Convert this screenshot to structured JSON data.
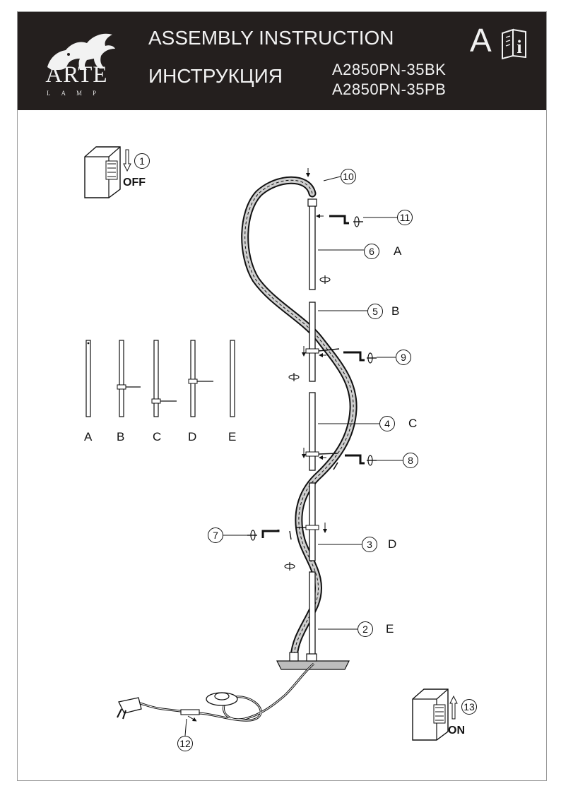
{
  "header": {
    "brand": "ARTE",
    "brand_sub": "LAMP",
    "title_en": "ASSEMBLY INSTRUCTION",
    "title_ru": "ИНСТРУКЦИЯ",
    "models": [
      "A2850PN-35BK",
      "A2850PN-35PB"
    ],
    "lang_letter": "A",
    "info_glyph": "i"
  },
  "switch_off": {
    "step": "1",
    "state": "OFF"
  },
  "switch_on": {
    "step": "13",
    "state": "ON"
  },
  "legend": [
    "A",
    "B",
    "C",
    "D",
    "E"
  ],
  "callouts": {
    "s2": "2",
    "s2_part": "E",
    "s3": "3",
    "s3_part": "D",
    "s4": "4",
    "s4_part": "C",
    "s5": "5",
    "s5_part": "B",
    "s6": "6",
    "s6_part": "A",
    "s7": "7",
    "s8": "8",
    "s9": "9",
    "s10": "10",
    "s11": "11",
    "s12": "12"
  },
  "icons": [
    "lion-logo-icon",
    "manual-info-icon",
    "wall-switch-icon",
    "arrow-down-icon",
    "arrow-up-icon",
    "screw-icon",
    "allen-key-icon",
    "power-plug-icon",
    "foot-switch-icon"
  ]
}
